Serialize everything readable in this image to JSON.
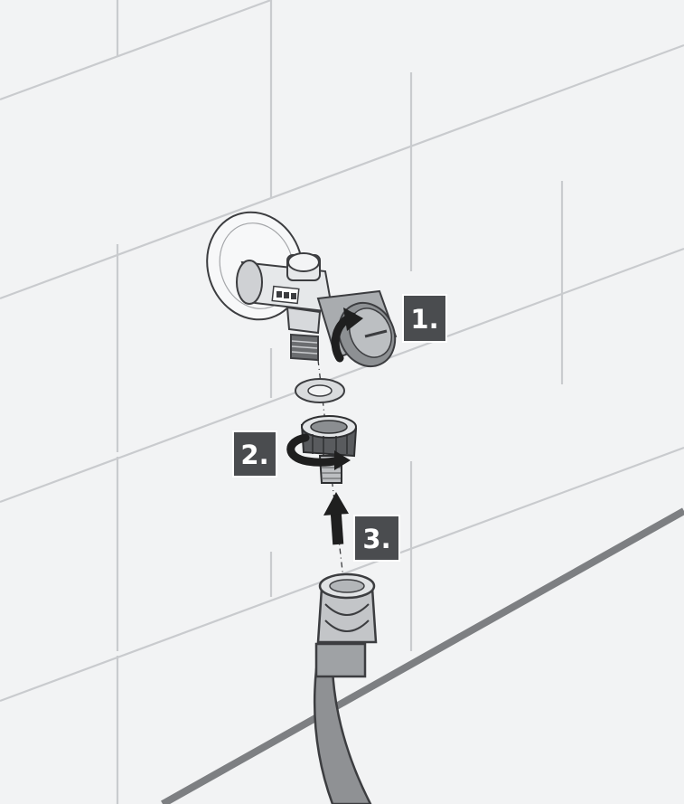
{
  "steps": [
    {
      "label": "1."
    },
    {
      "label": "2."
    },
    {
      "label": "3."
    }
  ],
  "colors": {
    "wall": "#f2f3f4",
    "grout": "#c9cbce",
    "floor_line": "#7d7f82",
    "badge_bg": "#4a4c4f",
    "badge_text": "#ffffff",
    "metal_light": "#eef0f1",
    "metal_mid": "#bfc2c5",
    "metal_dark": "#595b5e",
    "hose": "#8f9194",
    "arrow": "#1f1f1f"
  },
  "icons": [
    "valve-icon",
    "washer-icon",
    "adapter-icon",
    "hose-icon",
    "rotation-arrow-icon",
    "up-arrow-icon"
  ]
}
